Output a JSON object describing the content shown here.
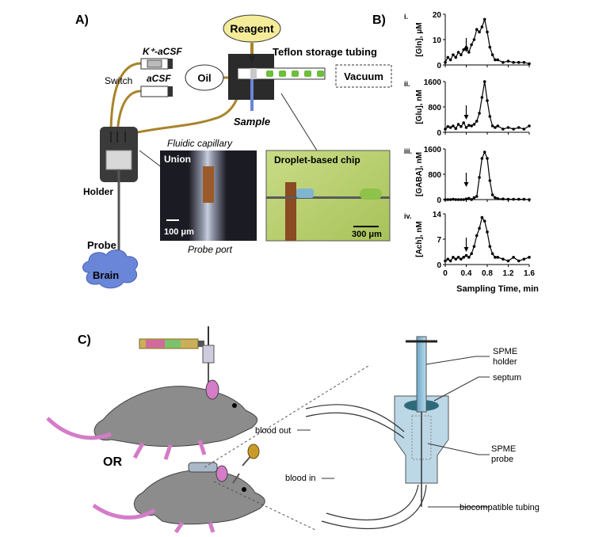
{
  "panel_labels": {
    "a": "A)",
    "b": "B)",
    "c": "C)"
  },
  "panel_a": {
    "reagent": "Reagent",
    "teflon": "Teflon storage tubing",
    "kcsf": "K⁺-aCSF",
    "acsf": "aCSF",
    "switch": "Switch",
    "oil": "Oil",
    "vacuum": "Vacuum",
    "sample": "Sample",
    "holder": "Holder",
    "probe": "Probe",
    "brain": "Brain",
    "fluidic_capillary": "Fluidic capillary",
    "union": "Union",
    "scale_union": "100 μm",
    "probe_port": "Probe port",
    "droplet_chip": "Droplet-based chip",
    "scale_chip": "300 μm"
  },
  "panel_b": {
    "xlabel": "Sampling Time, min",
    "xticks": [
      "0",
      "0.4",
      "0.8",
      "1.2",
      "1.6"
    ],
    "subplots": [
      {
        "roman": "i.",
        "ylabel": "[Gln], μM",
        "yticks": [
          "0",
          "10",
          "20"
        ]
      },
      {
        "roman": "ii.",
        "ylabel": "[Glu], nM",
        "yticks": [
          "0",
          "800",
          "1600"
        ]
      },
      {
        "roman": "iii.",
        "ylabel": "[GABA], nM",
        "yticks": [
          "0",
          "800",
          "1600"
        ]
      },
      {
        "roman": "iv.",
        "ylabel": "[Ach], nM",
        "yticks": [
          "0",
          "7",
          "14"
        ]
      }
    ]
  },
  "panel_c": {
    "or": "OR",
    "spme_holder_1": "SPME",
    "spme_holder_2": "holder",
    "septum": "septum",
    "blood_out": "blood out",
    "spme_probe_1": "SPME",
    "spme_probe_2": "probe",
    "blood_in": "blood in",
    "tubing": "biocompatible tubing"
  },
  "colors": {
    "reagent_fill": "#f5ec9a",
    "tubing_gold": "#b08d2a",
    "brain_blue": "#6a86d8",
    "rat_gray": "#8c8c8c",
    "rat_pink": "#d47cc8",
    "chip_green": "#b9cf6a"
  },
  "chart_data": [
    {
      "type": "line",
      "ylabel": "[Gln], μM",
      "ylim": [
        0,
        20
      ],
      "xlim": [
        0,
        1.6
      ],
      "x": [
        0,
        0.05,
        0.1,
        0.15,
        0.2,
        0.25,
        0.3,
        0.35,
        0.4,
        0.45,
        0.5,
        0.55,
        0.6,
        0.65,
        0.7,
        0.75,
        0.8,
        0.85,
        0.9,
        0.95,
        1.0,
        1.1,
        1.2,
        1.3,
        1.4,
        1.5,
        1.6
      ],
      "y": [
        1,
        3,
        2,
        4,
        3,
        5,
        4,
        6,
        7,
        5,
        8,
        10,
        14,
        13,
        15,
        18,
        13,
        7,
        4,
        2,
        2,
        1,
        1.5,
        1,
        1,
        1,
        0.5
      ]
    },
    {
      "type": "line",
      "ylabel": "[Glu], nM",
      "ylim": [
        0,
        1600
      ],
      "xlim": [
        0,
        1.6
      ],
      "x": [
        0,
        0.05,
        0.1,
        0.15,
        0.2,
        0.25,
        0.3,
        0.35,
        0.4,
        0.45,
        0.5,
        0.55,
        0.6,
        0.65,
        0.7,
        0.75,
        0.8,
        0.85,
        0.9,
        0.95,
        1.0,
        1.1,
        1.2,
        1.3,
        1.4,
        1.5,
        1.6
      ],
      "y": [
        100,
        180,
        150,
        200,
        120,
        250,
        180,
        300,
        150,
        220,
        200,
        250,
        350,
        600,
        1100,
        1600,
        1000,
        500,
        200,
        150,
        200,
        100,
        150,
        100,
        150,
        100,
        200
      ]
    },
    {
      "type": "line",
      "ylabel": "[GABA], nM",
      "ylim": [
        0,
        1600
      ],
      "xlim": [
        0,
        1.6
      ],
      "x": [
        0,
        0.05,
        0.1,
        0.15,
        0.2,
        0.25,
        0.3,
        0.35,
        0.4,
        0.45,
        0.5,
        0.55,
        0.6,
        0.65,
        0.7,
        0.75,
        0.8,
        0.85,
        0.9,
        0.95,
        1.0,
        1.1,
        1.2,
        1.3,
        1.4,
        1.5,
        1.6
      ],
      "y": [
        0,
        0,
        0,
        10,
        0,
        0,
        0,
        0,
        20,
        40,
        0,
        60,
        100,
        700,
        1300,
        1500,
        1300,
        600,
        150,
        60,
        30,
        20,
        10,
        10,
        10,
        10,
        0
      ]
    },
    {
      "type": "line",
      "ylabel": "[Ach], nM",
      "ylim": [
        0,
        14
      ],
      "xlim": [
        0,
        1.6
      ],
      "x": [
        0,
        0.05,
        0.1,
        0.15,
        0.2,
        0.25,
        0.3,
        0.35,
        0.4,
        0.45,
        0.5,
        0.55,
        0.6,
        0.65,
        0.7,
        0.75,
        0.8,
        0.85,
        0.9,
        0.95,
        1.0,
        1.1,
        1.2,
        1.3,
        1.4,
        1.5,
        1.6
      ],
      "y": [
        1,
        1.5,
        1,
        2,
        1.5,
        2,
        1.5,
        2,
        2.5,
        2,
        3,
        5,
        8,
        10,
        13,
        12,
        9,
        5,
        3,
        2,
        2,
        1.5,
        1,
        2,
        1,
        1.5,
        2
      ]
    }
  ]
}
